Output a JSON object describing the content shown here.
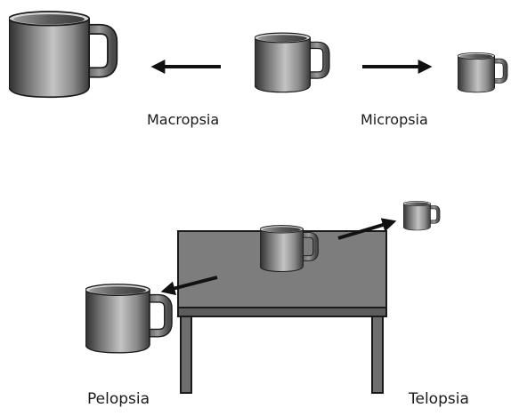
{
  "labels": {
    "macropsia": "Macropsia",
    "micropsia": "Micropsia",
    "pelopsia": "Pelopsia",
    "telopsia": "Telopsia"
  },
  "colors": {
    "mug_dark": "#2f2f2f",
    "mug_mid": "#8a8a8a",
    "mug_light": "#c4c4c4",
    "mug_inside": "#4a4a4a",
    "table_top": "#7d7d7d",
    "table_edge": "#555555",
    "table_legs": "#6e6e6e",
    "arrow": "#111111",
    "outline": "#1a1a1a",
    "text": "#1a1a1a"
  },
  "icons": {
    "mug": "coffee-mug-icon",
    "arrow": "arrow-icon"
  }
}
